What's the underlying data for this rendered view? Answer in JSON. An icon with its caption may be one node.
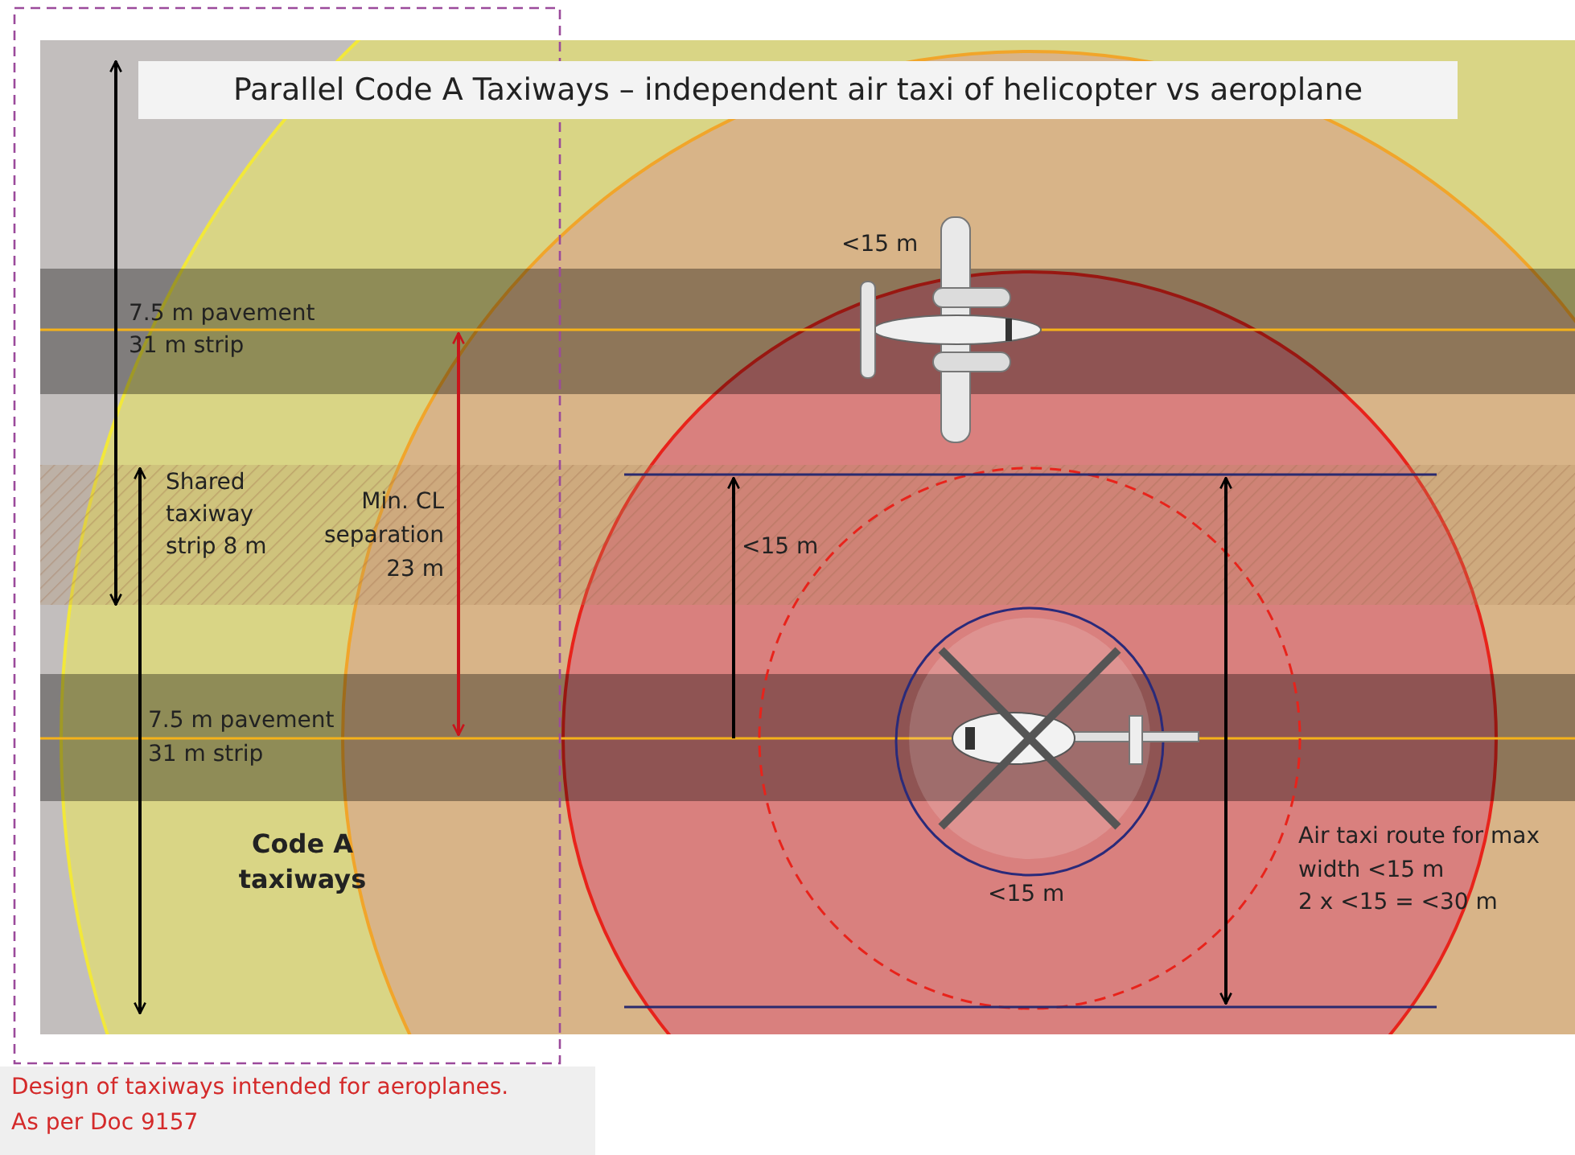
{
  "diagram": {
    "title": "Parallel Code A Taxiways – independent air taxi of helicopter vs aeroplane",
    "labels": [
      "<15 m",
      "7.5 m pavement",
      "31 m strip",
      "Shared taxiway strip 8 m",
      "Min. CL separation 23 m",
      "<15 m",
      "7.5 m pavement",
      "31 m strip",
      "Code A taxiways",
      "<15 m",
      "Air taxi route for max width <15 m",
      "2 x <15 = <30 m",
      "Design of taxiways intended for aeroplanes.",
      "As per Doc 9157"
    ]
  }
}
